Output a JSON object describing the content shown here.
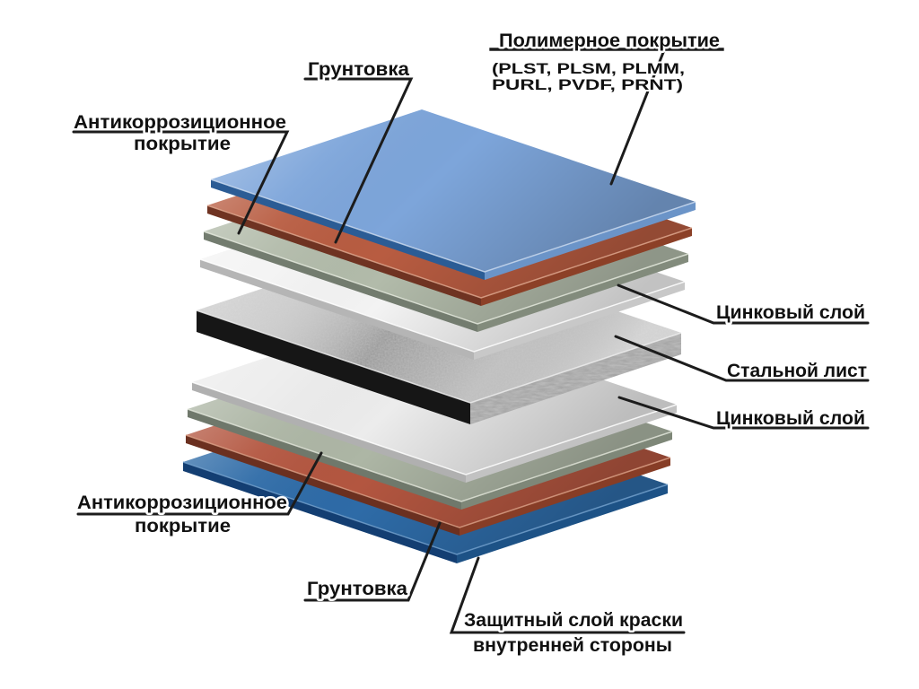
{
  "labels": {
    "polymer_title": "Полимерное покрытие",
    "polymer_codes_1": "(PLST, PLSM, PLMM,",
    "polymer_codes_2": "PURL, PVDF,  PRNT)",
    "primer_top": "Грунтовка",
    "anticorrosion_top_1": "Антикоррозиционное",
    "anticorrosion_top_2": "покрытие",
    "zinc_top": "Цинковый слой",
    "steel": "Стальной лист",
    "zinc_bottom": "Цинковый слой",
    "anticorrosion_bottom_1": "Антикоррозиционное",
    "anticorrosion_bottom_2": "покрытие",
    "primer_bottom": "Грунтовка",
    "protective_1": "Защитный слой краски",
    "protective_2": "внутренней стороны"
  },
  "colors": {
    "background": "#ffffff",
    "text": "#111111",
    "leader": "#1c1c1c"
  },
  "layers": [
    {
      "id": "polymer-coating",
      "label": "Полимерное покрытие",
      "face": "#7da5da",
      "edge_left": "#2b5c95",
      "edge_right": "#6b94c8",
      "rim": "#c9d9ef"
    },
    {
      "id": "primer-top",
      "label": "Грунтовка",
      "face": "#b85c41",
      "edge_left": "#6f3322",
      "edge_right": "#8c4027",
      "rim": "#dda58c"
    },
    {
      "id": "anticorrosion-top",
      "label": "Антикоррозиционное покрытие",
      "face": "#b2bbaa",
      "edge_left": "#737c6f",
      "edge_right": "#828b7c",
      "rim": "#e3e8dc"
    },
    {
      "id": "zinc-top",
      "label": "Цинковый слой",
      "face": "#f3f3f3",
      "edge_left": "#b5b5b5",
      "edge_right": "#c8c8c8",
      "rim": "#ffffff"
    },
    {
      "id": "steel-sheet",
      "label": "Стальной лист",
      "face": "#cfcfcf",
      "edge_left": "#161616",
      "edge_right": "#9f9f9f",
      "rim": "#ececec"
    },
    {
      "id": "zinc-bottom",
      "label": "Цинковый слой",
      "face": "#ececec",
      "edge_left": "#b0b0b0",
      "edge_right": "#c2c2c2",
      "rim": "#ffffff"
    },
    {
      "id": "anticorrosion-bottom",
      "label": "Антикоррозиционное покрытие",
      "face": "#adb6a5",
      "edge_left": "#6f786b",
      "edge_right": "#7e8778",
      "rim": "#dfe4d8"
    },
    {
      "id": "primer-bottom",
      "label": "Грунтовка",
      "face": "#b35640",
      "edge_left": "#6b3020",
      "edge_right": "#873d26",
      "rim": "#d89c82"
    },
    {
      "id": "protective-paint",
      "label": "Защитный слой краски внутренней стороны",
      "face": "#2e6ba7",
      "edge_left": "#133e72",
      "edge_right": "#1d5286",
      "rim": "#6f9cc9"
    }
  ]
}
